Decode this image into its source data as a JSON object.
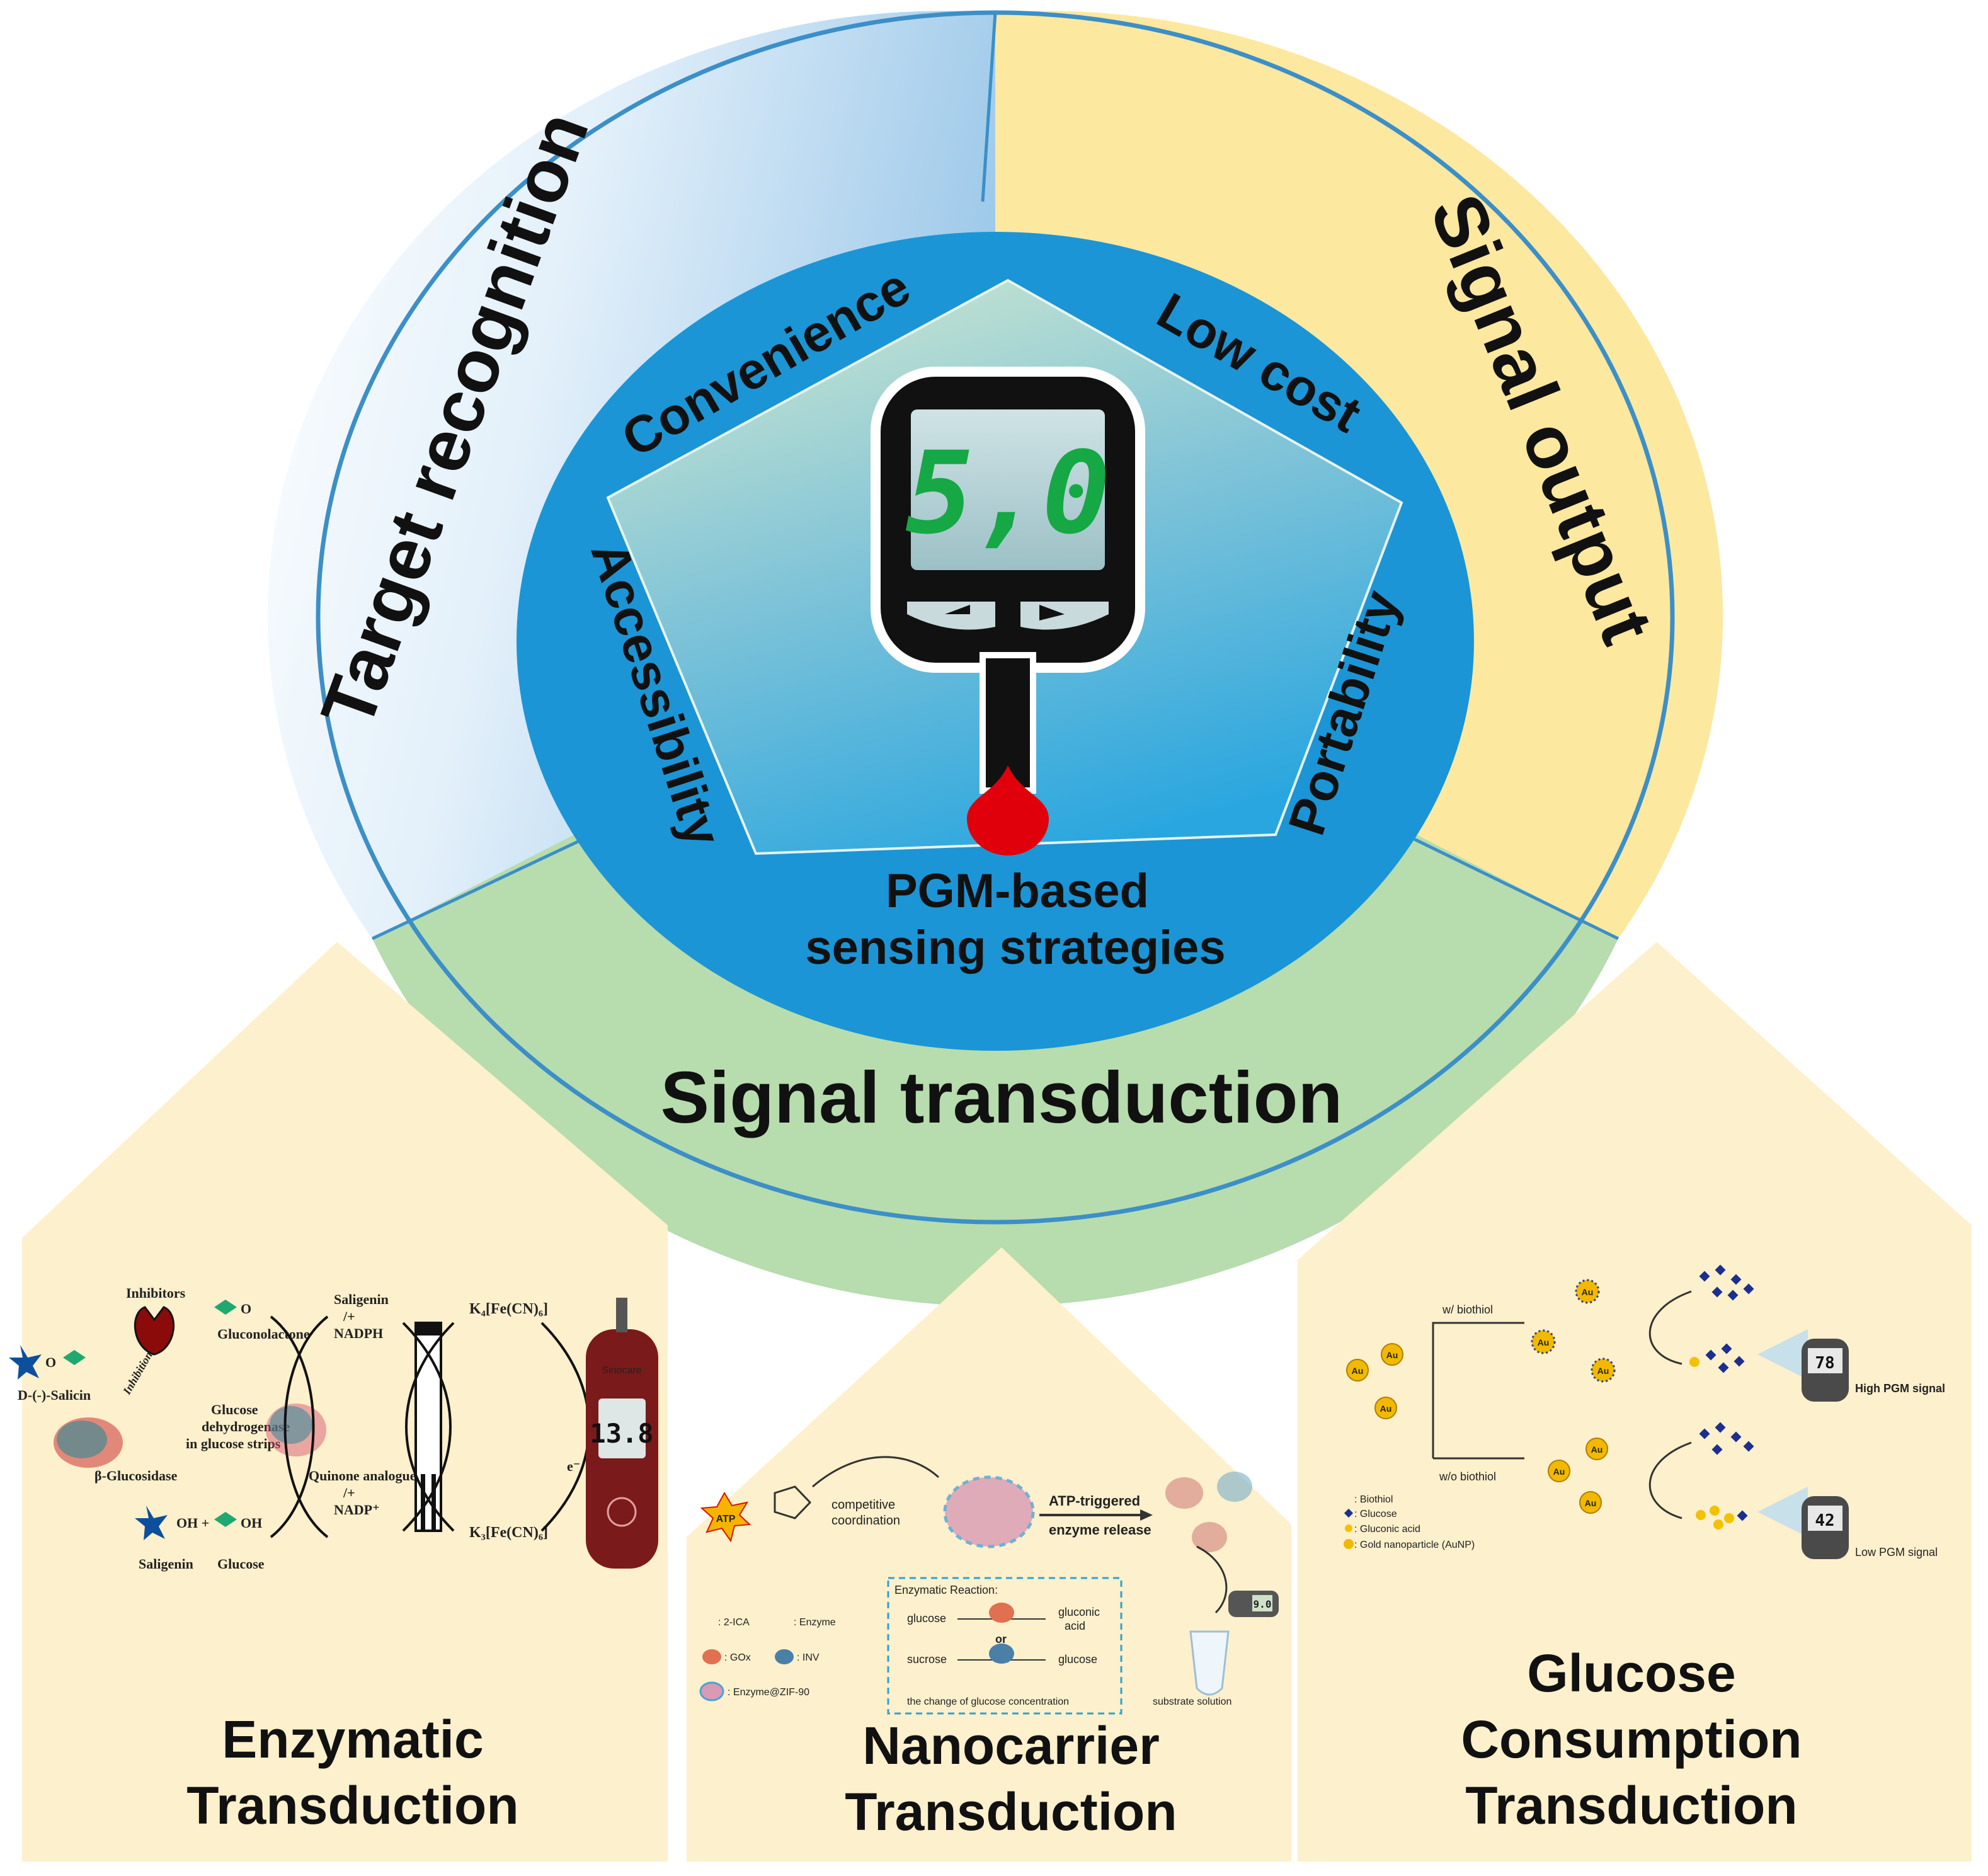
{
  "ring": {
    "target_recognition": "Target recognition",
    "signal_output": "Signal output",
    "signal_transduction": "Signal transduction"
  },
  "pentagon": {
    "convenience": "Convenience",
    "low_cost": "Low cost",
    "accessibility": "Accessibility",
    "portability": "Portability",
    "center_line1": "PGM-based",
    "center_line2": "sensing strategies"
  },
  "meter": {
    "display": "5,0"
  },
  "panels": {
    "enzymatic": {
      "title_line1": "Enzymatic",
      "title_line2": "Transduction",
      "inhibitors": "Inhibitors",
      "inhibition": "Inhibition",
      "salicin": "D-(-)-Salicin",
      "glucosidase": "β-Glucosidase",
      "saligenin": "Saligenin",
      "glucose": "Glucose",
      "oh_plus": "OH +",
      "oh": "OH",
      "o_top": "O",
      "o_bond": "O",
      "gluconolactone": "Gluconolactone",
      "gdh1": "Glucose",
      "gdh2": "dehydrogenase",
      "gdh3": "in glucose strips",
      "saligenin_nadph1": "Saligenin",
      "saligenin_nadph2": "/+",
      "saligenin_nadph3": "NADPH",
      "quinone1": "Quinone analogue",
      "quinone2": "/+",
      "quinone3": "NADP⁺",
      "k4": "K₄[Fe(CN)₆]",
      "k3": "K₃[Fe(CN)₆]",
      "electron": "e⁻",
      "meter_brand": "Sinocare",
      "meter_value": "13.8"
    },
    "nanocarrier": {
      "title_line1": "Nanocarrier",
      "title_line2": "Transduction",
      "atp": "ATP",
      "competitive1": "competitive",
      "competitive2": "coordination",
      "release1": "ATP-triggered",
      "release2": "enzyme release",
      "legend_2ica": ": 2-ICA",
      "legend_enzyme": ": Enzyme",
      "legend_gox": ": GOx",
      "legend_inv": ": INV",
      "legend_zif": ": Enzyme@ZIF-90",
      "box_title": "Enzymatic Reaction:",
      "r_glucose": "glucose",
      "r_gluconic1": "gluconic",
      "r_gluconic2": "acid",
      "r_or": "or",
      "r_sucrose": "sucrose",
      "r_glucose2": "glucose",
      "r_change": "the change of glucose concentration",
      "substrate": "substrate solution",
      "meter_value": "9.0"
    },
    "consumption": {
      "title_line1": "Glucose",
      "title_line2": "Consumption",
      "title_line3": "Transduction",
      "w_biothiol": "w/ biothiol",
      "wo_biothiol": "w/o biothiol",
      "au": "Au",
      "high": "High PGM signal",
      "low": "Low PGM signal",
      "meter_high": "78",
      "meter_low": "42",
      "leg_biothiol": ": Biothiol",
      "leg_glucose": ": Glucose",
      "leg_gluconic": ": Gluconic acid",
      "leg_aunp": ": Gold nanoparticle (AuNP)"
    }
  },
  "colors": {
    "ring_blue": "#5aa4d6",
    "ring_yellow": "#fde8a0",
    "ring_green": "#b7dcae",
    "inner_blue": "#1b95d6",
    "panel": "#fdf0cc",
    "display_green": "#15a845",
    "drop_red": "#e0000b"
  }
}
